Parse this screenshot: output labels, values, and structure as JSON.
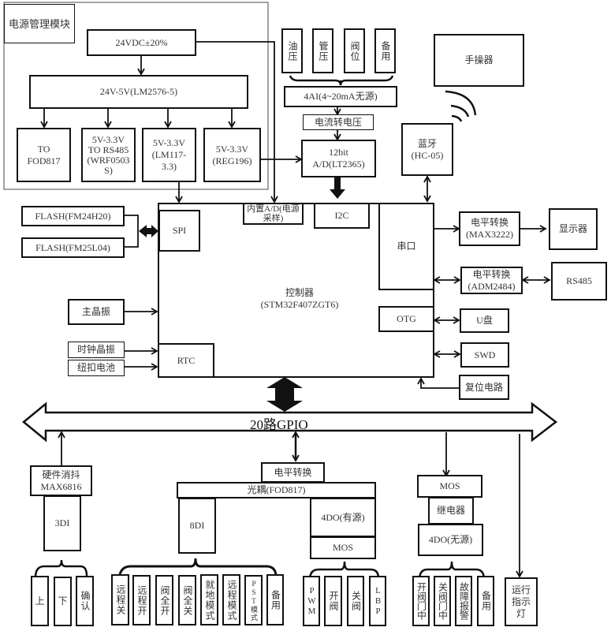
{
  "power_module": {
    "title": "电源管理模块",
    "input": "24VDC±20%",
    "regulator": "24V-5V(LM2576-5)",
    "outputs": [
      {
        "line1": "TO",
        "line2": "FOD817"
      },
      {
        "line1": "5V-3.3V",
        "line2": "TO RS485",
        "line3": "(WRF0503",
        "line4": "S)"
      },
      {
        "line1": "5V-3.3V",
        "line2": "(LM117-",
        "line3": "3.3)"
      },
      {
        "line1": "5V-3.3V",
        "line2": "(REG196)"
      }
    ]
  },
  "analog_inputs": {
    "sensors": [
      "油压",
      "管压",
      "阀位",
      "备用"
    ],
    "ai_block": "4AI(4~20mA无源)",
    "converter": "电流转电压",
    "adc_line1": "12bit",
    "adc_line2": "A/D(LT2365)"
  },
  "handheld": "手操器",
  "bluetooth": {
    "line1": "蓝牙",
    "line2": "(HC-05)"
  },
  "controller": {
    "line1": "控制器",
    "line2": "(STM32F407ZGT6)",
    "spi": "SPI",
    "internal_adc": "内置A/D(电源采样)",
    "i2c": "I2C",
    "uart": "串口",
    "otg": "OTG",
    "rtc": "RTC"
  },
  "flash": [
    "FLASH(FM24H20)",
    "FLASH(FM25L04)"
  ],
  "oscillator": "主晶振",
  "clock_crystal": "时钟晶振",
  "coin_battery": "纽扣电池",
  "right_side": {
    "level_shift_1": {
      "line1": "电平转换",
      "line2": "(MAX3222)"
    },
    "display": "显示器",
    "level_shift_2": {
      "line1": "电平转换",
      "line2": "(ADM2484)"
    },
    "rs485": "RS485",
    "usb_disk": "U盘",
    "swd": "SWD",
    "reset": "复位电路"
  },
  "gpio_bus": "20路GPIO",
  "di3": {
    "debounce_line1": "硬件消抖",
    "debounce_line2": "MAX6816",
    "label": "3DI",
    "keys": [
      "上",
      "下",
      "确认"
    ]
  },
  "optocoupler": {
    "level_shift": "电平转换",
    "label": "光耦(FOD817)"
  },
  "di8": {
    "label": "8DI",
    "inputs": [
      "远程关",
      "远程开",
      "阀全开",
      "阀全关",
      "就地模式",
      "远程模式",
      "PST模式",
      "备用"
    ]
  },
  "do4_active": {
    "label": "4DO(有源)",
    "driver": "MOS",
    "outputs": [
      "PWM",
      "开阀",
      "关阀",
      "LBP"
    ]
  },
  "do4_passive": {
    "driver": "MOS",
    "relay": "继电器",
    "label": "4DO(无源)",
    "outputs": [
      "开阀门中",
      "关阀门中",
      "故障报警",
      "备用"
    ]
  },
  "run_indicator": "运行指示灯"
}
